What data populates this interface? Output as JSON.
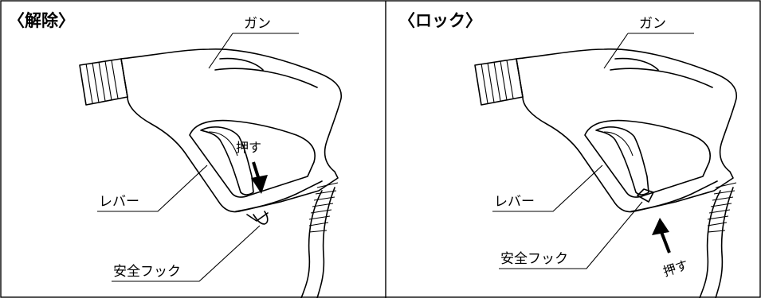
{
  "panels": [
    {
      "title": "〈解除〉",
      "labels": {
        "gun": "ガン",
        "lever": "レバー",
        "safety_hook": "安全フック",
        "push": "押す"
      }
    },
    {
      "title": "〈ロック〉",
      "labels": {
        "gun": "ガン",
        "lever": "レバー",
        "safety_hook": "安全フック",
        "push": "押す"
      }
    }
  ]
}
